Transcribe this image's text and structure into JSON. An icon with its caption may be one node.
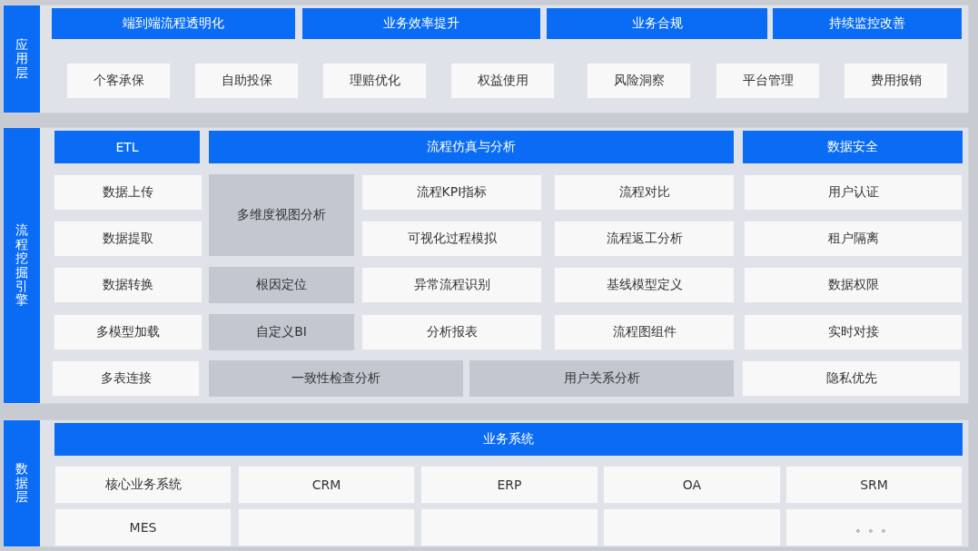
{
  "diagram": {
    "nodes": [
      {
        "text": [
          "应用层"
        ]
      },
      {
        "text": [
          "端到端流程透明化"
        ],
        "in": 0
      },
      {
        "text": [
          "业务效率提升"
        ],
        "in": 0
      },
      {
        "text": [
          "业务合规"
        ],
        "in": 0
      },
      {
        "text": [
          "持续监控改善"
        ],
        "in": 0
      },
      {
        "text": [
          "个客承保"
        ],
        "in": 0
      },
      {
        "text": [
          "自助投保"
        ],
        "in": 0
      },
      {
        "text": [
          "理赔优化"
        ],
        "in": 0
      },
      {
        "text": [
          "权益使用"
        ],
        "in": 0
      },
      {
        "text": [
          "风险洞察"
        ],
        "in": 0
      },
      {
        "text": [
          "平台管理"
        ],
        "in": 0
      },
      {
        "text": [
          "费用报销"
        ],
        "in": 0
      },
      {
        "text": [
          "流程挖掘引擎"
        ]
      },
      {
        "text": [
          "ETL"
        ],
        "in": 12
      },
      {
        "text": [
          "流程仿真与分析"
        ],
        "in": 12
      },
      {
        "text": [
          "数据安全"
        ],
        "in": 12
      },
      {
        "text": [
          "数据上传"
        ],
        "in": 12
      },
      {
        "text": [
          "多维度视图分析"
        ],
        "in": 12
      },
      {
        "text": [
          "流程KPI指标"
        ],
        "in": 12
      },
      {
        "text": [
          "流程对比"
        ],
        "in": 12
      },
      {
        "text": [
          "用户认证"
        ],
        "in": 12
      },
      {
        "text": [
          "数据提取"
        ],
        "in": 12
      },
      {
        "text": [
          "可视化过程模拟"
        ],
        "in": 12
      },
      {
        "text": [
          "流程返工分析"
        ],
        "in": 12
      },
      {
        "text": [
          "租户隔离"
        ],
        "in": 12
      },
      {
        "text": [
          "数据转换"
        ],
        "in": 12
      },
      {
        "text": [
          "根因定位"
        ],
        "in": 12
      },
      {
        "text": [
          "异常流程识别"
        ],
        "in": 12
      },
      {
        "text": [
          "基线模型定义"
        ],
        "in": 12
      },
      {
        "text": [
          "数据权限"
        ],
        "in": 12
      },
      {
        "text": [
          "多模型加载"
        ],
        "in": 12
      },
      {
        "text": [
          "自定义BI"
        ],
        "in": 12
      },
      {
        "text": [
          "分析报表"
        ],
        "in": 12
      },
      {
        "text": [
          "流程图组件"
        ],
        "in": 12
      },
      {
        "text": [
          "实时对接"
        ],
        "in": 12
      },
      {
        "text": [
          "多表连接"
        ],
        "in": 12
      },
      {
        "text": [
          "一致性检查分析"
        ],
        "in": 12
      },
      {
        "text": [
          "用户关系分析"
        ],
        "in": 12
      },
      {
        "text": [
          "隐私优先"
        ],
        "in": 12
      },
      {
        "text": [
          "数据层"
        ]
      },
      {
        "text": [
          "业务系统"
        ],
        "in": 39
      },
      {
        "text": [
          "核心业务系统"
        ],
        "in": 39
      },
      {
        "text": [
          "CRM"
        ],
        "in": 39
      },
      {
        "text": [
          "ERP"
        ],
        "in": 39
      },
      {
        "text": [
          "OA"
        ],
        "in": 39
      },
      {
        "text": [
          "SRM"
        ],
        "in": 39
      },
      {
        "text": [
          "MES"
        ],
        "in": 39
      },
      {
        "text": [],
        "shape": "box",
        "in": 39
      },
      {
        "text": [],
        "shape": "box",
        "in": 39
      },
      {
        "text": [],
        "shape": "box",
        "in": 39
      },
      {
        "text": [
          "。。。"
        ],
        "in": 39
      }
    ]
  }
}
